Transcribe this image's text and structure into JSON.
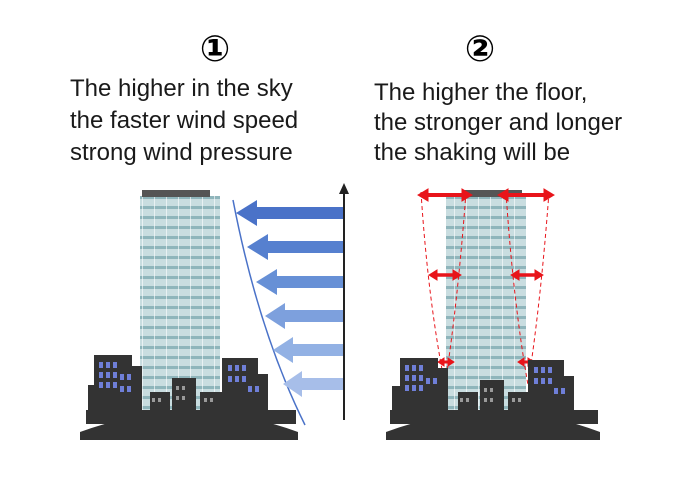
{
  "panel1": {
    "number": "①",
    "lines": [
      "The higher in the sky",
      "the faster wind speed",
      "strong wind pressure"
    ]
  },
  "panel2": {
    "number": "②",
    "lines": [
      "The higher the floor,",
      "the stronger and longer",
      "the shaking will be"
    ]
  },
  "colors": {
    "building_body": "#c9dde0",
    "building_band": "#8fb5bb",
    "building_roof": "#555555",
    "city": "#333333",
    "city_window": "#6f7fd8",
    "wind_dark": "#4a72c8",
    "wind_light": "#a7bee9",
    "sway_arrow": "#e8141a"
  }
}
